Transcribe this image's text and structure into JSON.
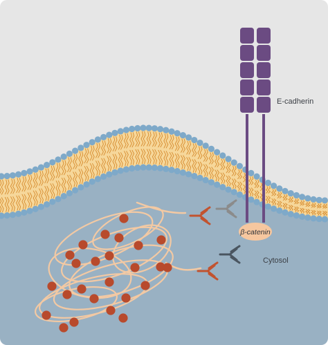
{
  "labels": {
    "ecadherin": "E-cadherin",
    "beta_catenin": "β-catenin",
    "cytosol": "Cytosol"
  },
  "colors": {
    "extracellular": "#e6e6e6",
    "cytosol": "#99b1c3",
    "lipid_head": "#7ea9c9",
    "lipid_tail": "#f6d79a",
    "lipid_tail_line": "#d68b2e",
    "ecadherin": "#6b4b82",
    "beta_catenin": "#f6c79f",
    "chromatin_fiber": "#f3c9a3",
    "chromatin_bead": "#b84a2c",
    "antibody_orange": "#c2532f",
    "antibody_dark": "#4a5560",
    "antibody_grey": "#8b8b8b"
  },
  "icons": [
    "ecadherin-receptor-icon",
    "beta-catenin-icon",
    "antibody-icon",
    "chromatin-icon",
    "membrane-bilayer-icon"
  ]
}
